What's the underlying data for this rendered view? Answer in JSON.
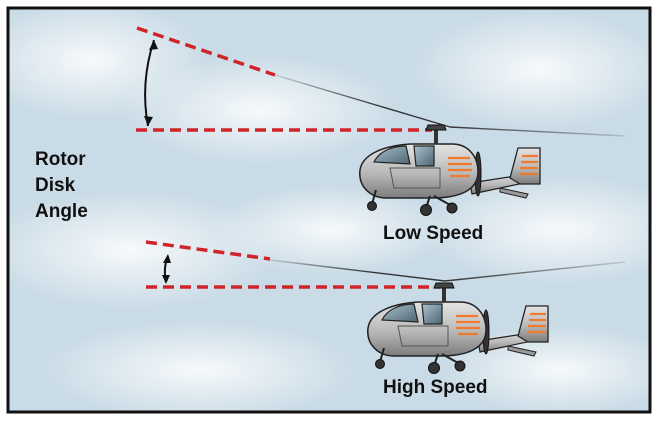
{
  "labels": {
    "rotor_line1": "Rotor",
    "rotor_line2": "Disk",
    "rotor_line3": "Angle",
    "low_speed": "Low Speed",
    "high_speed": "High Speed"
  },
  "colors": {
    "dashed_line": "#d0232a",
    "sky_base": "#c9dbe6",
    "fuselage": "#b9b9b9",
    "canopy": "#6f8896",
    "stripes": "#f07a2e",
    "border": "#111111"
  }
}
